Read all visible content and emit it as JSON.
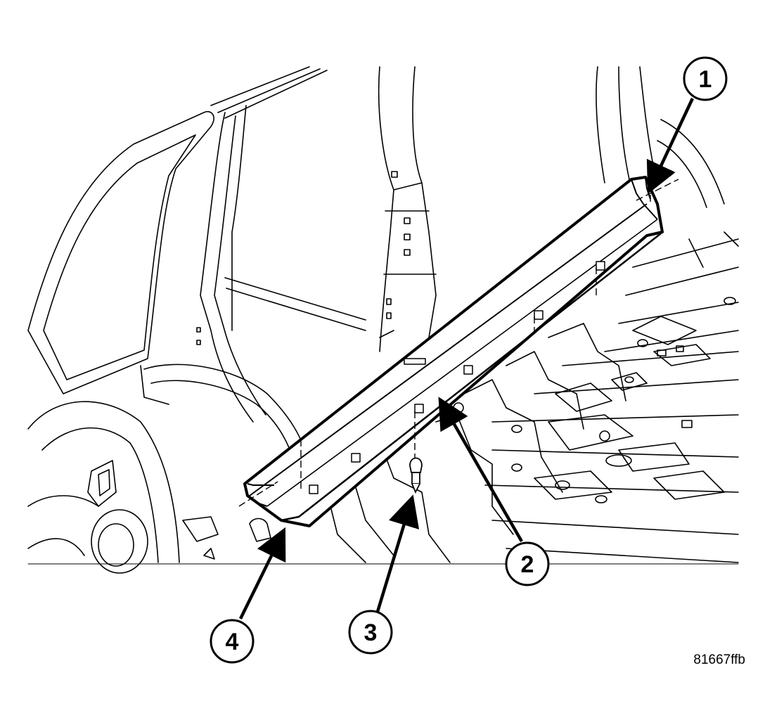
{
  "figure": {
    "id_code": "81667ffb",
    "ink_color": "#000000",
    "paper_color": "#ffffff"
  },
  "callouts": [
    {
      "label": "1"
    },
    {
      "label": "2"
    },
    {
      "label": "3"
    },
    {
      "label": "4"
    }
  ]
}
